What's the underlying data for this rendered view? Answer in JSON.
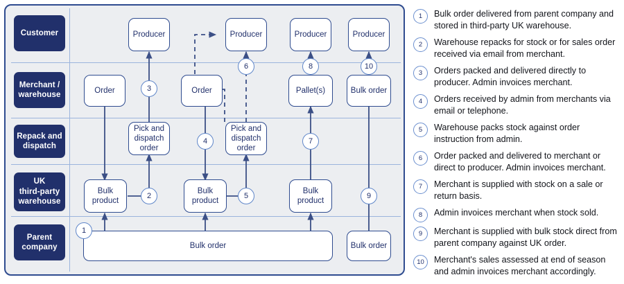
{
  "lanes": [
    {
      "id": "customer",
      "label": "Customer"
    },
    {
      "id": "merchant",
      "label": "Merchant /\nwarehouse"
    },
    {
      "id": "repack",
      "label": "Repack and\ndispatch"
    },
    {
      "id": "ukwarehouse",
      "label": "UK\nthird-party\nwarehouse"
    },
    {
      "id": "parent",
      "label": "Parent\ncompany"
    }
  ],
  "nodes": {
    "producer_1": "Producer",
    "producer_2": "Producer",
    "producer_3": "Producer",
    "producer_4": "Producer",
    "order_1": "Order",
    "order_2": "Order",
    "pallets": "Pallet(s)",
    "bulk_order_merchant": "Bulk order",
    "pick_dispatch_1": "Pick and\ndispatch\norder",
    "pick_dispatch_2": "Pick and\ndispatch\norder",
    "bulk_product_1": "Bulk\nproduct",
    "bulk_product_2": "Bulk\nproduct",
    "bulk_product_3": "Bulk\nproduct",
    "bulk_order_wide": "Bulk order",
    "bulk_order_right": "Bulk order"
  },
  "steps": {
    "s1": "1",
    "s2": "2",
    "s3": "3",
    "s4": "4",
    "s5": "5",
    "s6": "6",
    "s7": "7",
    "s8": "8",
    "s9": "9",
    "s10": "10"
  },
  "legend": [
    {
      "num": "1",
      "text": "Bulk order delivered from parent company and stored in third-party UK warehouse."
    },
    {
      "num": "2",
      "text": "Warehouse repacks for stock or for sales order received via email from merchant."
    },
    {
      "num": "3",
      "text": "Orders packed and delivered directly to producer. Admin invoices merchant."
    },
    {
      "num": "4",
      "text": "Orders received by admin from merchants via email or telephone."
    },
    {
      "num": "5",
      "text": "Warehouse packs stock against order instruction from admin."
    },
    {
      "num": "6",
      "text": "Order packed and delivered to merchant or direct to producer. Admin invoices merchant."
    },
    {
      "num": "7",
      "text": "Merchant is supplied with stock on a sale or return basis."
    },
    {
      "num": "8",
      "text": "Admin invoices merchant when stock sold."
    },
    {
      "num": "9",
      "text": "Merchant is supplied with bulk stock direct from parent company against UK order."
    },
    {
      "num": "10",
      "text": "Merchant's sales assessed at end of season and admin invoices merchant accordingly."
    }
  ],
  "colors": {
    "lane_label_bg": "#21306b",
    "node_border": "#2e4b8f",
    "panel_bg": "#eceef1",
    "divider": "#9bb4dd",
    "badge_border": "#5f86c9"
  }
}
